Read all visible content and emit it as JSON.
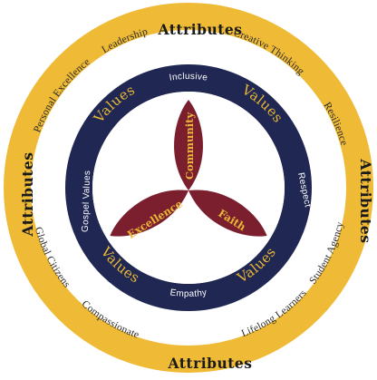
{
  "colors": {
    "attributes_ring": "#efba35",
    "values_ring": "#1f2752",
    "petals": "#7b1f2f",
    "petal_text": "#e9b735",
    "values_text": "#e9b735",
    "background": "#ffffff"
  },
  "attributes": {
    "heading": "Attributes",
    "items": {
      "leadership": "Leadership",
      "creative_thinking": "Creative Thinking",
      "resilience": "Resilience",
      "student_agency": "Student Agency",
      "lifelong_learners": "Lifelong Learners",
      "compassionate": "Compassionate",
      "global_citizens": "Global Citizens",
      "personal_excellence": "Personal Excellence"
    }
  },
  "values": {
    "heading": "Values",
    "items": {
      "inclusive": "Inclusive",
      "respect": "Respect",
      "empathy": "Empathy",
      "gospel_values": "Gospel Values"
    }
  },
  "petals": {
    "community": "Community",
    "excellence": "Excellence",
    "faith": "Faith"
  }
}
